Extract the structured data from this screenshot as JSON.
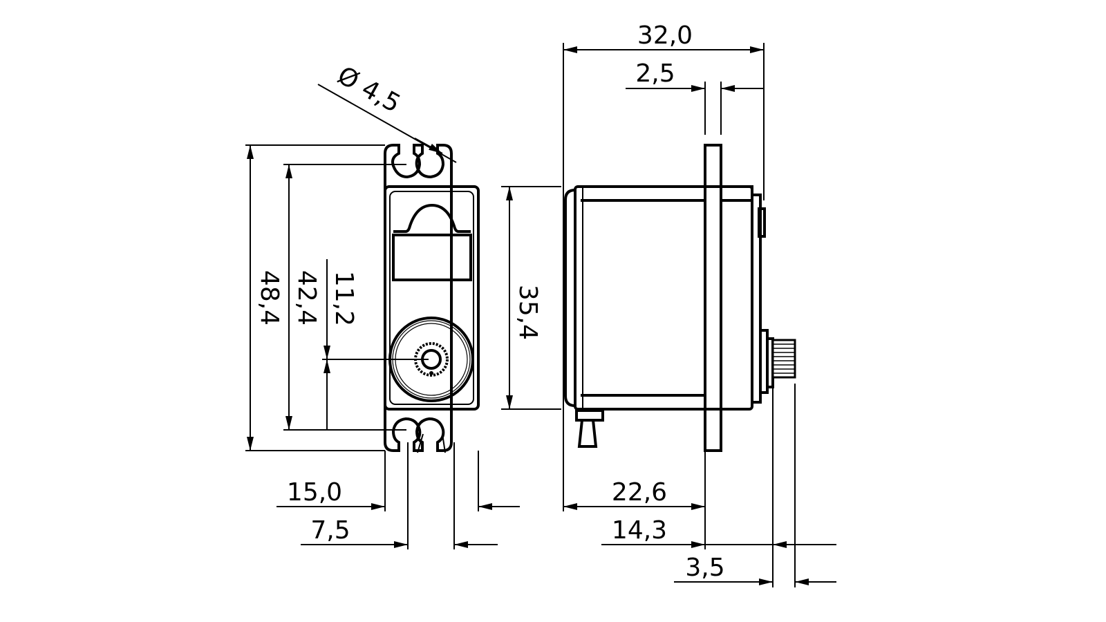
{
  "drawing": {
    "front_view": {
      "dim_overall_height": "48,4",
      "dim_mount_hole_spacing": "42,4",
      "dim_shaft_offset": "11,2",
      "dim_width": "15,0",
      "dim_hole_center_spacing": "7,5",
      "dim_hole_diameter": "Ø 4,5"
    },
    "side_view": {
      "dim_overall_depth": "32,0",
      "dim_flange_thickness": "2,5",
      "dim_body_height": "35,4",
      "dim_body_to_flange": "22,6",
      "dim_flange_to_shaft": "14,3",
      "dim_shaft_length": "3,5"
    }
  }
}
